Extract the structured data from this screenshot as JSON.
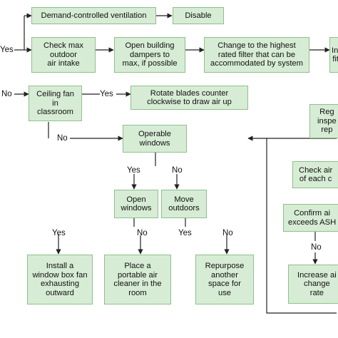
{
  "diagram": {
    "nodes": {
      "demand_controlled": "Demand-controlled ventilation",
      "disable": "Disable",
      "check_max": "Check max\noutdoor\nair intake",
      "open_dampers": "Open building\ndampers to\nmax, if possible",
      "change_filter": "Change to the highest\nrated filter that can be\naccommodated by system",
      "install_fitted": "Instal\nfitted",
      "ceiling_fan": "Ceiling fan\nin\nclassroom",
      "rotate_blades": "Rotate blades counter\nclockwise to draw air up",
      "regular_inspection": "Reg\ninspe\nrep",
      "operable_windows": "Operable\nwindows",
      "check_air": "Check air\nof each c",
      "open_windows": "Open\nwindows",
      "move_outdoors": "Move\noutdoors",
      "confirm_air": "Confirm ai\nexceeds ASH",
      "window_fan": "Install a\nwindow box fan\nexhausting\noutward",
      "air_cleaner": "Place a\nportable air\ncleaner in the\nroom",
      "repurpose": "Repurpose\nanother\nspace for\nuse",
      "increase_air": "Increase ai\nchange\nrate"
    },
    "labels": {
      "yes": "Yes",
      "no": "No"
    },
    "colors": {
      "box_fill": "#d7ecd5",
      "box_border": "#8fbf8b",
      "line": "#222222"
    }
  }
}
